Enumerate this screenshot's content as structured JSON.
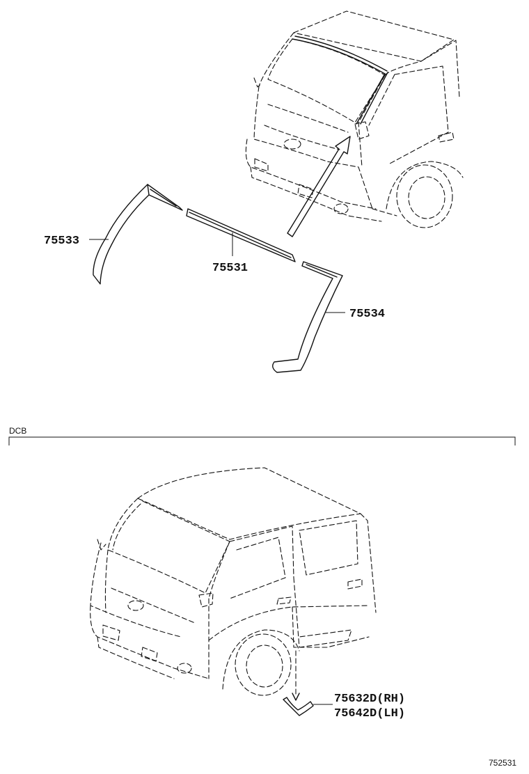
{
  "labels": {
    "part_75533": "75533",
    "part_75531": "75531",
    "part_75534": "75534",
    "section_dcb": "DCB",
    "part_75632d": "75632D(RH)",
    "part_75642d": "75642D(LH)",
    "illustration_number": "752531"
  }
}
